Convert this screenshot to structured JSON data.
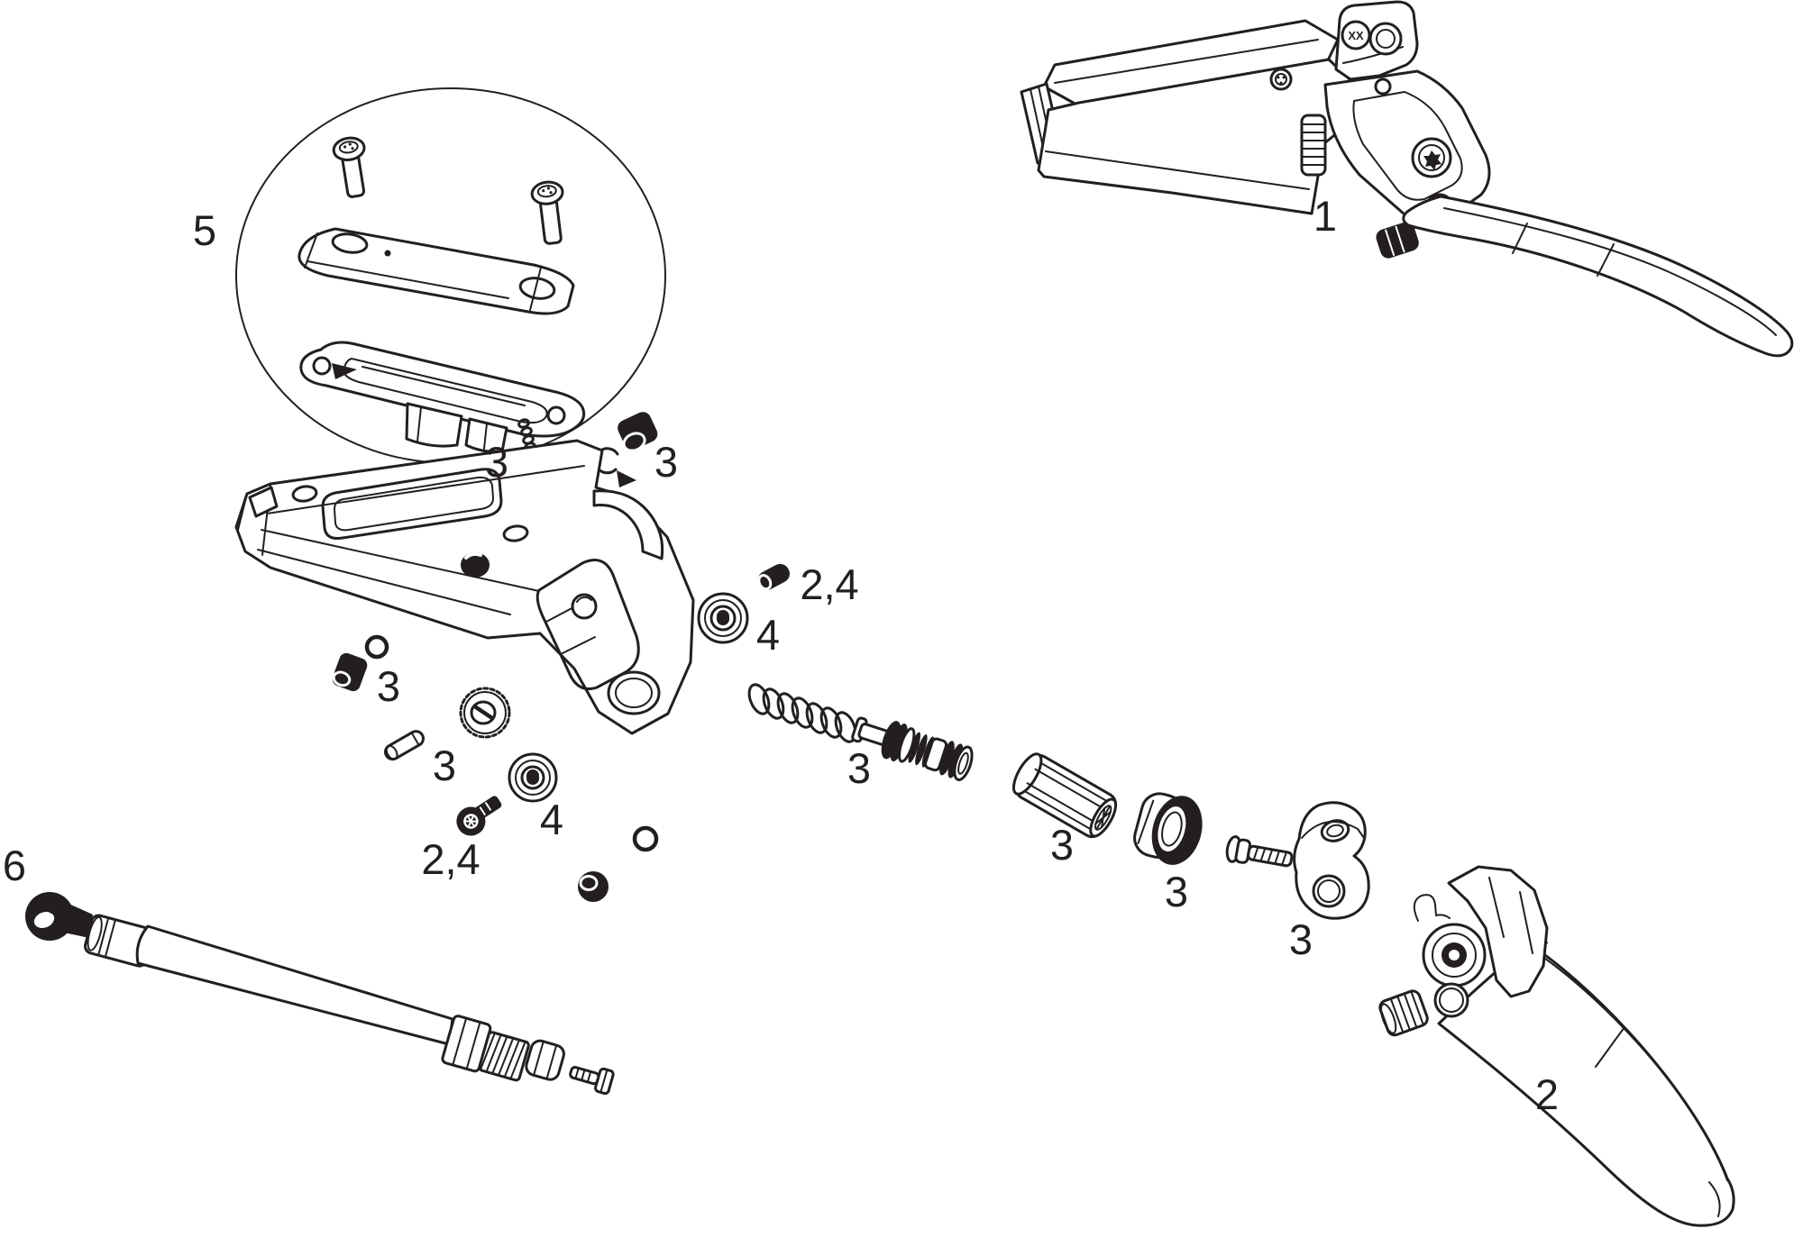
{
  "colors": {
    "background": "#ffffff",
    "line": "#231f20"
  },
  "logo": {
    "text": "XX"
  },
  "callouts": [
    {
      "part": "lever-assembly",
      "text": "1"
    },
    {
      "part": "lever-blade",
      "text": "2"
    },
    {
      "part": "reservoir-cover-kit",
      "text": "5"
    },
    {
      "part": "hose-assembly",
      "text": "6"
    },
    {
      "part": "bladder-spring",
      "text": "3"
    },
    {
      "part": "bleed-port-parts",
      "text": "3"
    },
    {
      "part": "pivot-pin",
      "text": "2,4"
    },
    {
      "part": "pivot-bearing-upper",
      "text": "4"
    },
    {
      "part": "set-screw",
      "text": "3"
    },
    {
      "part": "clevis-pin",
      "text": "3"
    },
    {
      "part": "pivot-bearing-lower",
      "text": "4"
    },
    {
      "part": "pivot-screw",
      "text": "2,4"
    },
    {
      "part": "piston-assembly",
      "text": "3"
    },
    {
      "part": "piston-sleeve",
      "text": "3"
    },
    {
      "part": "ring-nut",
      "text": "3"
    },
    {
      "part": "cam-linkage",
      "text": "3"
    }
  ]
}
